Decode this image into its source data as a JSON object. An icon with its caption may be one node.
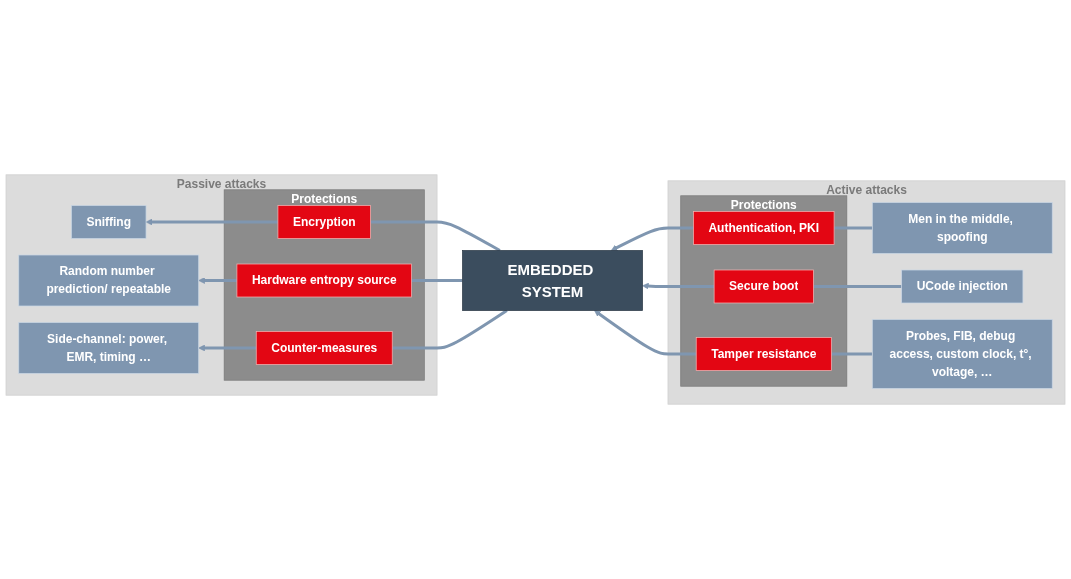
{
  "diagram": {
    "nodes": [
      {
        "text": [
          "Passive attacks"
        ]
      },
      {
        "text": [
          "Protections"
        ],
        "in": 0
      },
      {
        "text": [
          "Encryption"
        ],
        "in": 1
      },
      {
        "text": [
          "Hardware entropy source"
        ],
        "in": 1
      },
      {
        "text": [
          "Counter-measures"
        ],
        "in": 1
      },
      {
        "text": [
          "Sniffing"
        ],
        "in": 0
      },
      {
        "text": [
          "Random number prediction/ repeatable"
        ],
        "in": 0
      },
      {
        "text": [
          "Side-channel: power, EMR, timing …"
        ],
        "in": 0
      },
      {
        "text": [
          "EMBEDDED SYSTEM"
        ]
      },
      {
        "text": [
          "Active attacks"
        ]
      },
      {
        "text": [
          "Protections"
        ],
        "in": 9
      },
      {
        "text": [
          "Authentication, PKI"
        ],
        "in": 10
      },
      {
        "text": [
          "Secure boot"
        ],
        "in": 10
      },
      {
        "text": [
          "Tamper resistance"
        ],
        "in": 10
      },
      {
        "text": [
          "Men in the middle, spoofing"
        ],
        "in": 9
      },
      {
        "text": [
          "UCode injection"
        ],
        "in": 9
      },
      {
        "text": [
          "Probes, FIB, debug access, custom clock, t°, voltage, …"
        ],
        "in": 9
      }
    ],
    "edges": [
      {
        "from": 8,
        "to": 2,
        "arrow": "none"
      },
      {
        "from": 2,
        "to": 5,
        "arrow": "to"
      },
      {
        "from": 8,
        "to": 3,
        "arrow": "none"
      },
      {
        "from": 3,
        "to": 6,
        "arrow": "to"
      },
      {
        "from": 8,
        "to": 4,
        "arrow": "none"
      },
      {
        "from": 4,
        "to": 7,
        "arrow": "to"
      },
      {
        "from": 14,
        "to": 11,
        "arrow": "none"
      },
      {
        "from": 11,
        "to": 8,
        "arrow": "to"
      },
      {
        "from": 15,
        "to": 12,
        "arrow": "none"
      },
      {
        "from": 12,
        "to": 8,
        "arrow": "to"
      },
      {
        "from": 16,
        "to": 13,
        "arrow": "none"
      },
      {
        "from": 13,
        "to": 8,
        "arrow": "to"
      }
    ]
  }
}
